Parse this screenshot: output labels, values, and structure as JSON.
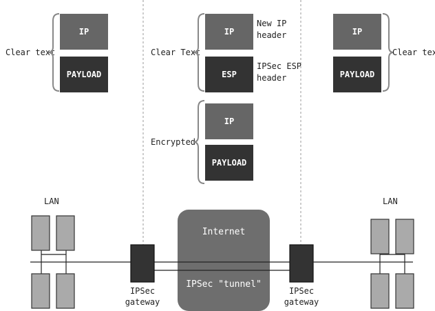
{
  "colors": {
    "box_dark": "#333333",
    "box_mid": "#666666",
    "brace": "#888888",
    "internet_cloud": "#6e6e6e",
    "pc": "#aaaaaa"
  },
  "left_packet": {
    "side_label": "Clear text",
    "boxes": [
      "IP",
      "PAYLOAD"
    ]
  },
  "center_packet": {
    "clear_label": "Clear Text",
    "encrypted_label": "Encrypted",
    "boxes": [
      "IP",
      "ESP",
      "IP",
      "PAYLOAD"
    ],
    "annotations": {
      "new_ip_header": [
        "New IP",
        "header"
      ],
      "ipsec_esp_header": [
        "IPSec ESP",
        "header"
      ]
    }
  },
  "right_packet": {
    "side_label": "Clear text",
    "boxes": [
      "IP",
      "PAYLOAD"
    ]
  },
  "network": {
    "lan_left_label": "LAN",
    "lan_right_label": "LAN",
    "internet_label": "Internet",
    "tunnel_label": "IPSec \"tunnel\"",
    "gateway_left": [
      "IPSec",
      "gateway"
    ],
    "gateway_right": [
      "IPSec",
      "gateway"
    ]
  }
}
